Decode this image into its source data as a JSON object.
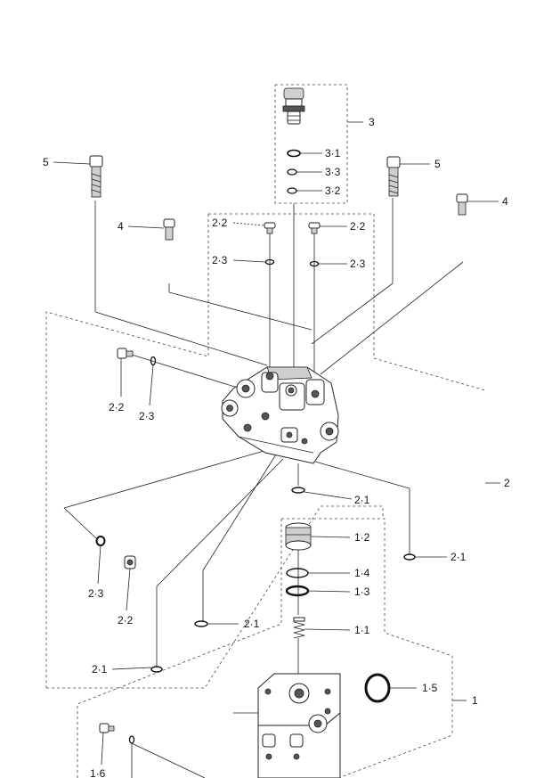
{
  "callouts": {
    "c3": "3",
    "c3_1": "3·1",
    "c3_3": "3·3",
    "c3_2": "3·2",
    "c5_left": "5",
    "c5_right": "5",
    "c4_right": "4",
    "c4_left": "4",
    "c2_2_top_left": "2·2",
    "c2_2_top_right": "2·2",
    "c2_3_top_left": "2·3",
    "c2_3_top_right": "2·3",
    "c2_2_mid": "2·2",
    "c2_3_mid": "2·3",
    "c2": "2",
    "c2_1_a": "2·1",
    "c1_2": "1·2",
    "c2_1_b": "2·1",
    "c1_4": "1·4",
    "c1_3": "1·3",
    "c2_3_low": "2·3",
    "c2_2_low": "2·2",
    "c2_1_c": "2·1",
    "c1_1": "1·1",
    "c2_1_d": "2·1",
    "c1_5": "1·5",
    "c1": "1",
    "c1_6": "1·6"
  }
}
